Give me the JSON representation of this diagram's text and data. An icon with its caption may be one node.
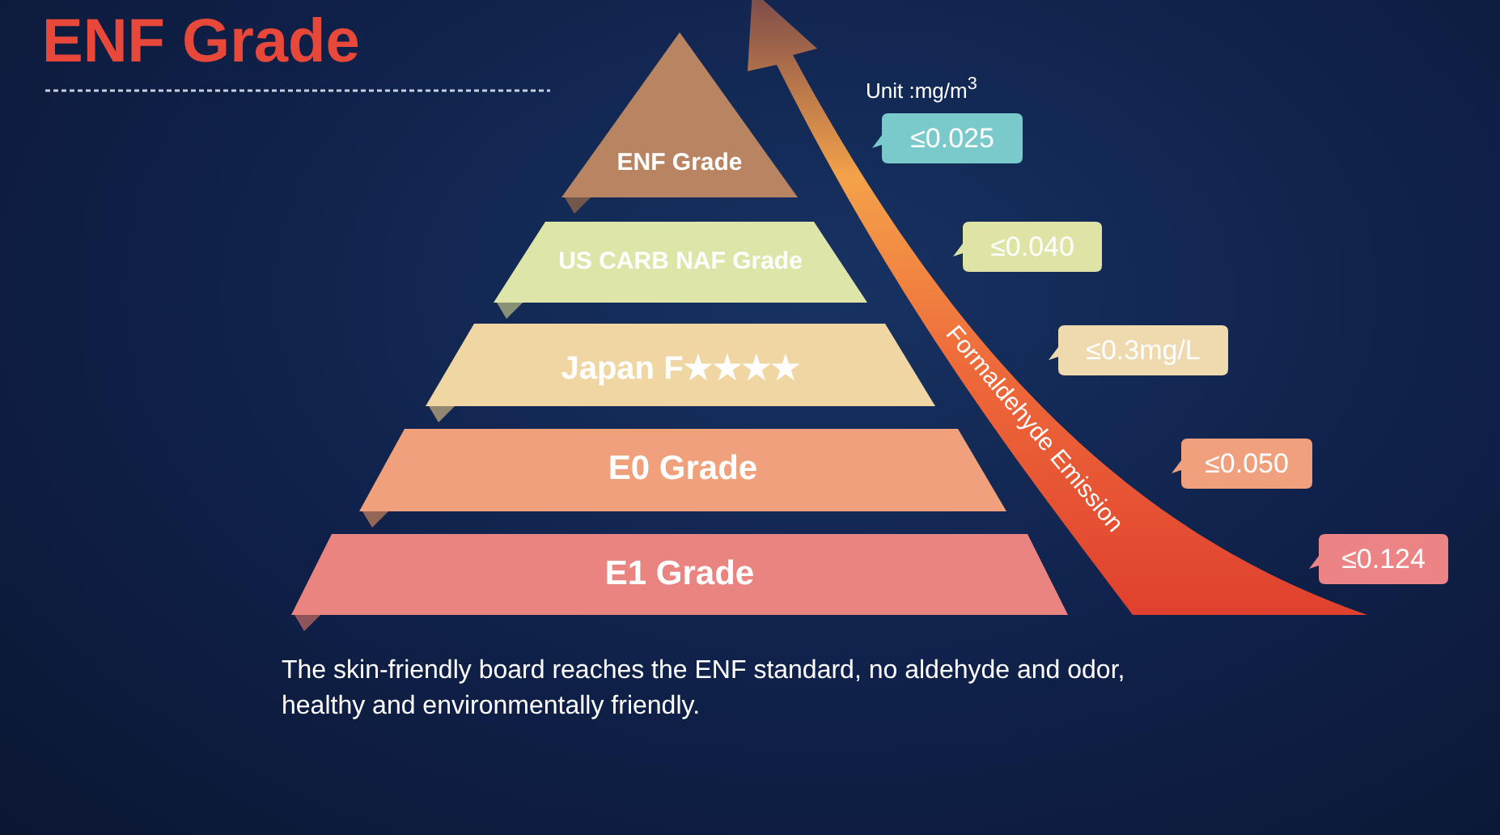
{
  "diagram": {
    "title": "ENF Grade",
    "caption": "The skin-friendly board reaches the ENF standard, no aldehyde and odor, healthy and environmentally friendly.",
    "nodes": [
      {
        "text": [
          "ENF Grade"
        ]
      },
      {
        "text": [
          "US CARB NAF Grade"
        ]
      },
      {
        "text": [
          "Japan  F★★★★"
        ]
      },
      {
        "text": [
          "E0 Grade"
        ]
      },
      {
        "text": [
          "E1 Grade"
        ]
      },
      {
        "text": [
          "≤0.025"
        ]
      },
      {
        "text": [
          "≤0.040"
        ]
      },
      {
        "text": [
          "≤0.3mg/L"
        ]
      },
      {
        "text": [
          "≤0.050"
        ]
      },
      {
        "text": [
          "≤0.124"
        ]
      }
    ],
    "labels": [
      "Unit :mg/m$^{3}$",
      "Formaldehyde Emission"
    ]
  }
}
